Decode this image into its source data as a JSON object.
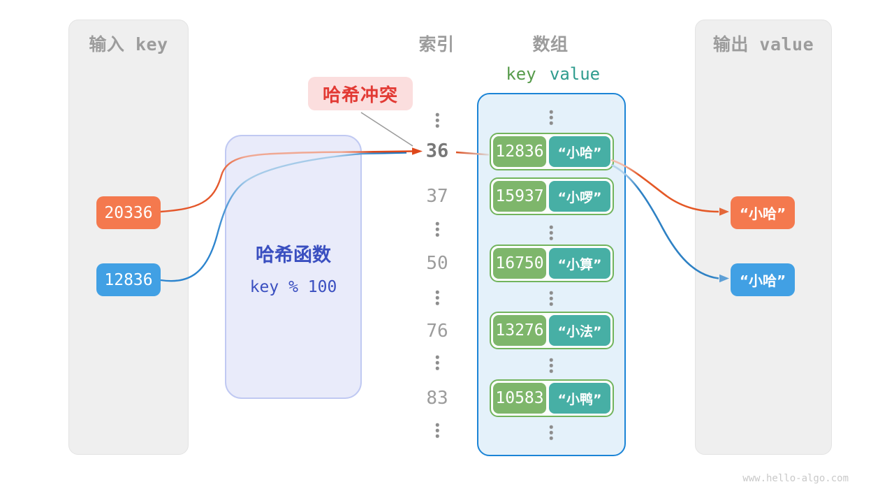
{
  "diagram": {
    "input_panel": {
      "title": "输入 key",
      "keys": [
        {
          "value": "20336",
          "color": "#F4794E"
        },
        {
          "value": "12836",
          "color": "#41A0E4"
        }
      ]
    },
    "hash_function": {
      "title": "哈希函数",
      "formula": "key % 100"
    },
    "collision_badge": "哈希冲突",
    "index_column": {
      "title": "索引",
      "values": [
        "36",
        "37",
        "50",
        "76",
        "83"
      ],
      "highlighted": "36"
    },
    "array": {
      "title": "数组",
      "key_header": "key",
      "value_header": "value",
      "rows": [
        {
          "key": "12836",
          "value": "“小哈”"
        },
        {
          "key": "15937",
          "value": "“小啰”"
        },
        {
          "key": "16750",
          "value": "“小算”"
        },
        {
          "key": "13276",
          "value": "“小法”"
        },
        {
          "key": "10583",
          "value": "“小鸭”"
        }
      ]
    },
    "output_panel": {
      "title": "输出 value",
      "values": [
        {
          "value": "“小哈”",
          "color": "#F4794E"
        },
        {
          "value": "“小哈”",
          "color": "#41A0E4"
        }
      ]
    },
    "watermark": "www.hello-algo.com",
    "colors": {
      "input_orange": "#F4794E",
      "input_blue": "#41A0E4",
      "key_green": "#7EB66B",
      "value_teal": "#47AFA5",
      "array_border": "#1B84D6",
      "hash_text": "#3A4FC0",
      "collision_red": "#E23A34",
      "panel_gray": "#EFEFEF"
    }
  }
}
